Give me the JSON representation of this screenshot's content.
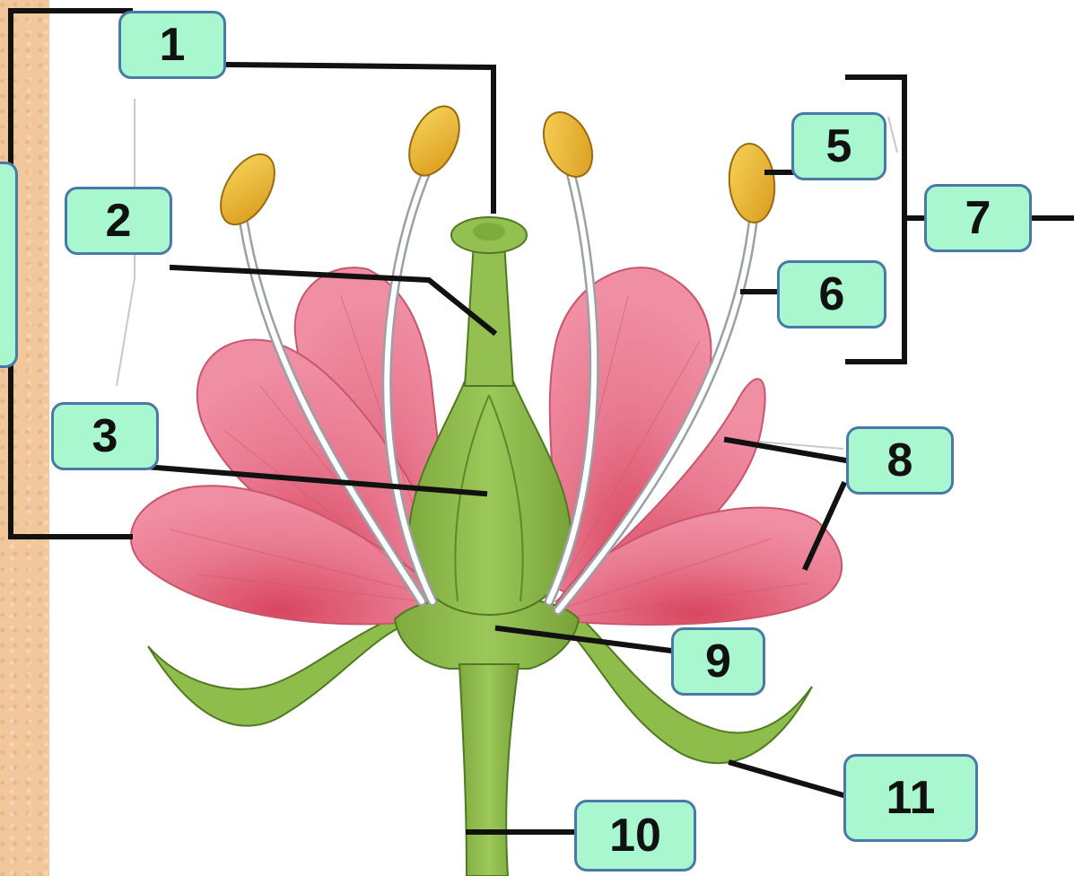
{
  "labels": [
    {
      "id": "1",
      "text": "1"
    },
    {
      "id": "2",
      "text": "2"
    },
    {
      "id": "3",
      "text": "3"
    },
    {
      "id": "5",
      "text": "5"
    },
    {
      "id": "6",
      "text": "6"
    },
    {
      "id": "7",
      "text": "7"
    },
    {
      "id": "8",
      "text": "8"
    },
    {
      "id": "9",
      "text": "9"
    },
    {
      "id": "10",
      "text": "10"
    },
    {
      "id": "11",
      "text": "11"
    }
  ],
  "colors": {
    "label_fill": "#a8f7cf",
    "label_border": "#4a78a8",
    "petal": "#e8788f",
    "petal_dark": "#d95a72",
    "green": "#8cb84a",
    "green_dark": "#6d9a34",
    "anther": "#f2c23a",
    "side_strip": "#f2c79b"
  }
}
